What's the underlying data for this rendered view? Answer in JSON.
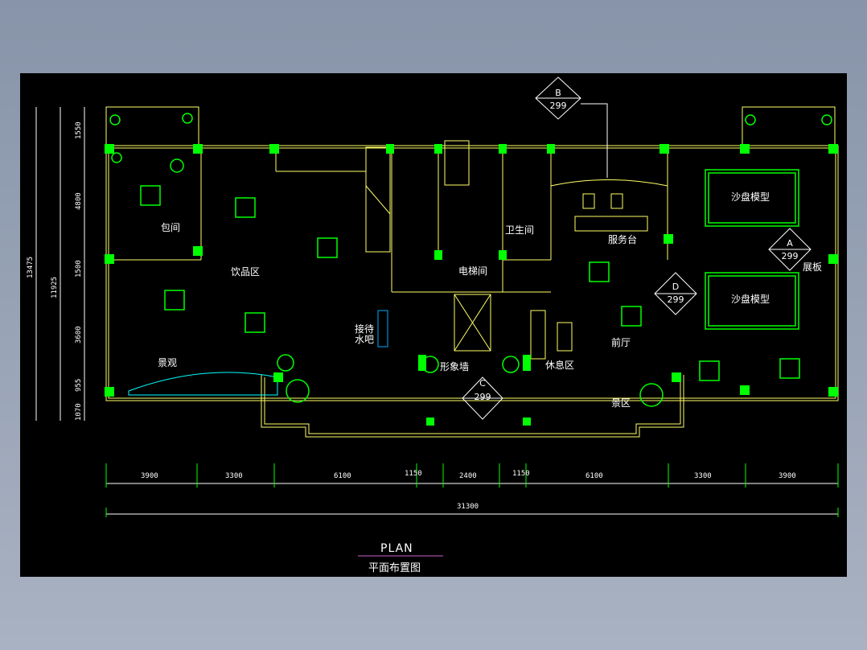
{
  "rooms": {
    "private_room": "包间",
    "drinks_area": "饮品区",
    "elevator_hall": "电梯间",
    "restroom": "卫生间",
    "service_desk": "服务台",
    "sand_table_1": "沙盘模型",
    "sand_table_2": "沙盘模型",
    "display_board": "展板",
    "reception_bar_1": "接待",
    "reception_bar_2": "水吧",
    "lobby": "前厅",
    "image_wall": "形象墙",
    "lounge": "休息区",
    "landscape_left": "景观",
    "landscape_right": "景区"
  },
  "markers": [
    {
      "letter": "B",
      "number": "299"
    },
    {
      "letter": "A",
      "number": "299"
    },
    {
      "letter": "D",
      "number": "299"
    },
    {
      "letter": "C",
      "number": "299"
    }
  ],
  "horizontal_dims": [
    "3900",
    "3300",
    "6100",
    "1150",
    "2400",
    "1150",
    "6100",
    "3300",
    "3900"
  ],
  "total_width": "31300",
  "vertical_dims_inner": [
    "1550",
    "4800",
    "1500",
    "3600",
    "955",
    "1070"
  ],
  "vertical_dims_outer": [
    "11925",
    "13475"
  ],
  "title": {
    "main": "PLAN",
    "sub": "平面布置图"
  },
  "colors": {
    "wall": "#00ff00",
    "line": "#ffff66",
    "text": "#ffffff",
    "underline": "#cc66cc",
    "dim": "#ffffff"
  }
}
